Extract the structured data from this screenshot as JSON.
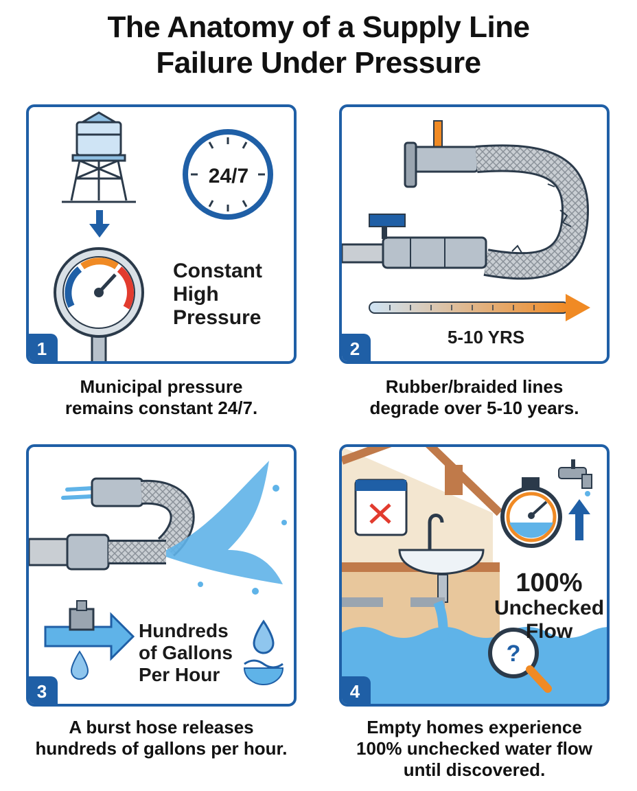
{
  "title": {
    "line1": "The Anatomy of a Supply Line",
    "line2": "Failure Under Pressure"
  },
  "colors": {
    "panel_border": "#1f5fa6",
    "water": "#5fb3e8",
    "accent_orange": "#f08a24",
    "gauge_red": "#e23b2e"
  },
  "panels": [
    {
      "badge": "1",
      "clock_label": "24/7",
      "text": [
        "Constant",
        "High",
        "Pressure"
      ],
      "caption": [
        "Municipal pressure",
        "remains constant 24/7."
      ],
      "icons": [
        "water-tower-icon",
        "clock-icon",
        "pressure-gauge-icon",
        "down-arrow-icon"
      ]
    },
    {
      "badge": "2",
      "timeline_label": "5-10 YRS",
      "caption": [
        "Rubber/braided lines",
        "degrade over 5-10 years."
      ],
      "icons": [
        "braided-hose-icon",
        "valve-icon",
        "timeline-arrow-icon"
      ]
    },
    {
      "badge": "3",
      "text": [
        "Hundreds",
        "of Gallons",
        "Per Hour"
      ],
      "caption": [
        "A burst hose releases",
        "hundreds of gallons per hour."
      ],
      "icons": [
        "burst-hose-icon",
        "faucet-arrow-icon",
        "water-drop-icon"
      ]
    },
    {
      "badge": "4",
      "text": [
        "100%",
        "Unchecked",
        "Flow"
      ],
      "caption": [
        "Empty homes experience",
        "100% unchecked water flow",
        "until discovered."
      ],
      "icons": [
        "house-icon",
        "calendar-x-icon",
        "water-meter-icon",
        "faucet-icon",
        "magnifier-question-icon",
        "flood-icon"
      ]
    }
  ]
}
